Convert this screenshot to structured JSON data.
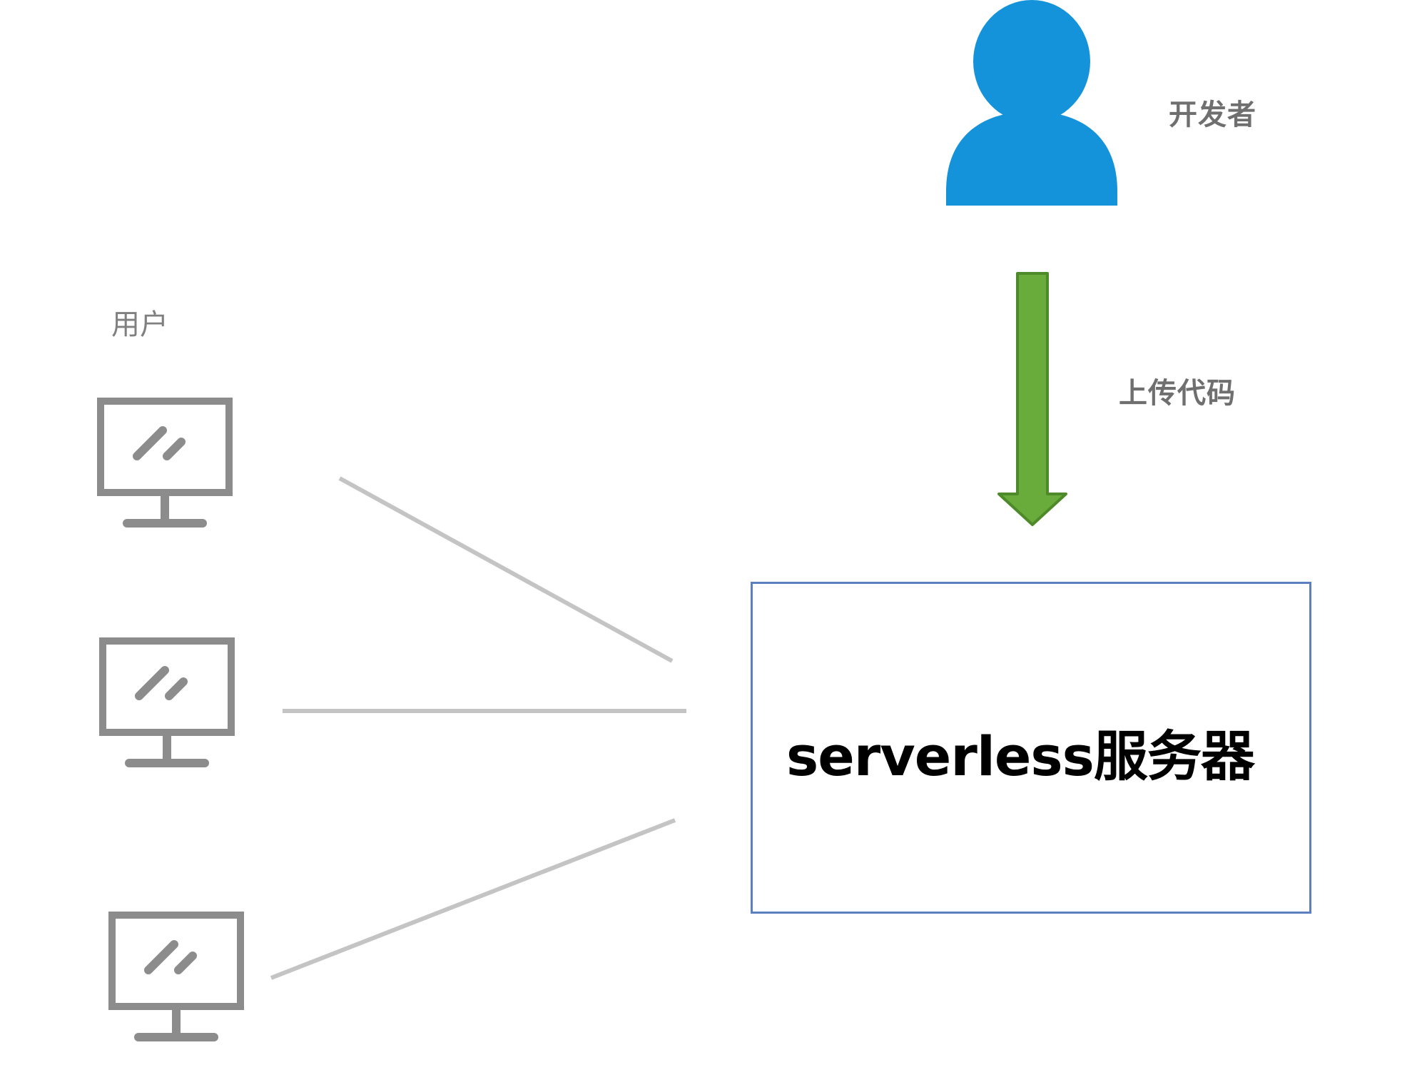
{
  "diagram": {
    "developer": {
      "label": "开发者",
      "icon": "person-icon",
      "color": "#1493db"
    },
    "upload_arrow": {
      "label": "上传代码",
      "color": "#6aac3c",
      "outline": "#4f8a2a"
    },
    "users": {
      "label": "用户",
      "icon": "monitor-icon",
      "icon_color": "#8c8c8c",
      "count": 3
    },
    "server": {
      "label": "serverless服务器",
      "border_color": "#5b7fbf"
    },
    "connector_color": "#c4c4c4"
  }
}
